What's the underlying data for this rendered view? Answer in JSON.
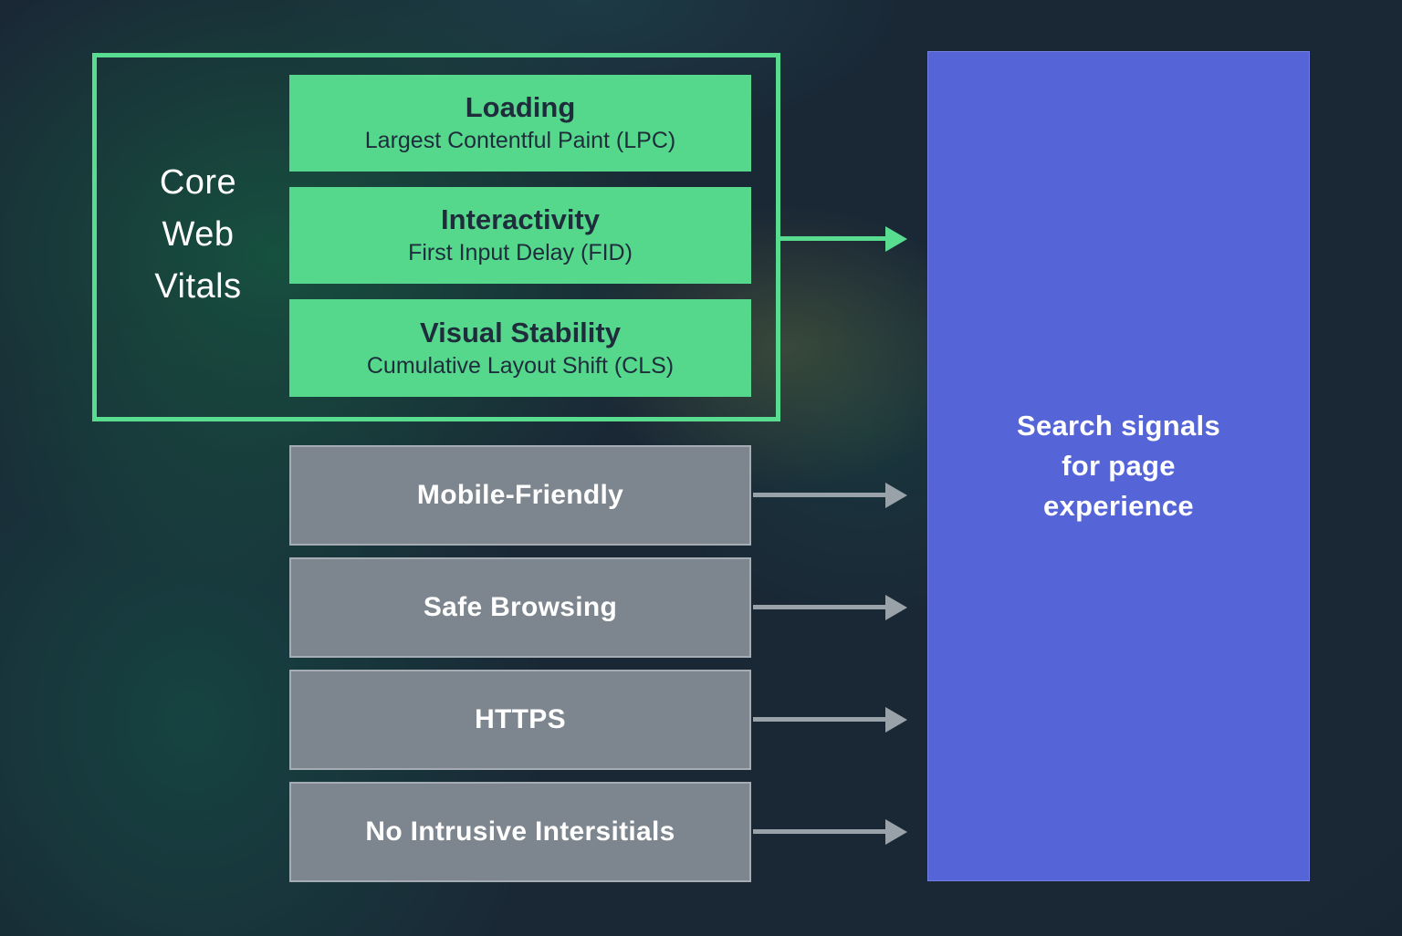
{
  "core_web_vitals": {
    "label": "Core Web Vitals",
    "metrics": [
      {
        "title": "Loading",
        "subtitle": "Largest Contentful Paint (LPC)"
      },
      {
        "title": "Interactivity",
        "subtitle": "First Input Delay (FID)"
      },
      {
        "title": "Visual Stability",
        "subtitle": "Cumulative Layout Shift (CLS)"
      }
    ]
  },
  "other_signals": [
    {
      "label": "Mobile-Friendly"
    },
    {
      "label": "Safe Browsing"
    },
    {
      "label": "HTTPS"
    },
    {
      "label": "No Intrusive Intersitials"
    }
  ],
  "output": {
    "label": "Search signals\nfor page\nexperience"
  },
  "colors": {
    "accent_green": "#56d88c",
    "green_border": "#58dc90",
    "box_gray": "#7d868e",
    "arrow_gray": "#99a1a9",
    "panel_purple": "#5565d8",
    "text_dark": "#1e2c3c",
    "text_light": "#ffffff",
    "background": "#18242f"
  }
}
